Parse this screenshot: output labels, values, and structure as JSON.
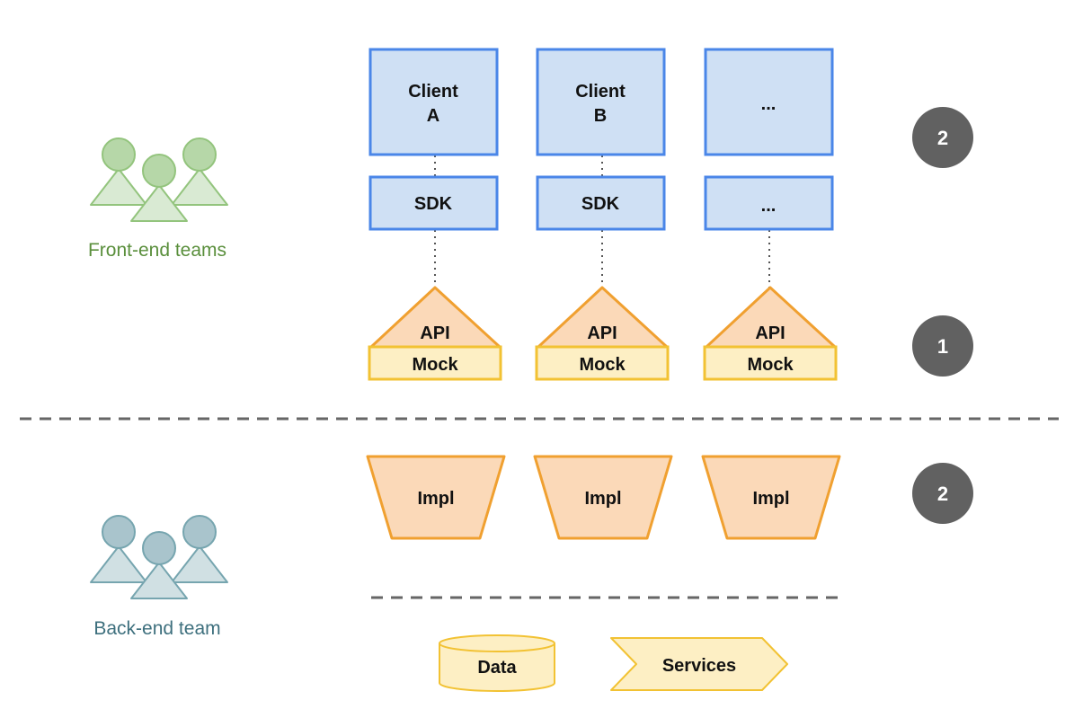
{
  "teams": {
    "frontend_label": "Front-end teams",
    "backend_label": "Back-end team"
  },
  "clients": [
    {
      "line1": "Client",
      "line2": "A"
    },
    {
      "line1": "Client",
      "line2": "B"
    },
    {
      "line1": "...",
      "line2": ""
    }
  ],
  "sdk": [
    "SDK",
    "SDK",
    "..."
  ],
  "api": [
    {
      "top": "API",
      "bottom": "Mock"
    },
    {
      "top": "API",
      "bottom": "Mock"
    },
    {
      "top": "API",
      "bottom": "Mock"
    }
  ],
  "impl": [
    "Impl",
    "Impl",
    "Impl"
  ],
  "bottom": {
    "data_label": "Data",
    "services_label": "Services"
  },
  "badges": {
    "top": "2",
    "middle": "1",
    "lower": "2"
  },
  "colors": {
    "frontend_people": "#b6d7a8",
    "frontend_text": "#5a8f3c",
    "backend_people": "#a9c4cc",
    "backend_text": "#3d6f7d",
    "client_fill": "#cfe0f4",
    "client_stroke": "#4a86e8",
    "api_fill": "#fbd9b8",
    "api_stroke": "#f0a030",
    "mock_fill": "#fdefc4",
    "mock_stroke": "#f2c233",
    "badge": "#616161"
  }
}
